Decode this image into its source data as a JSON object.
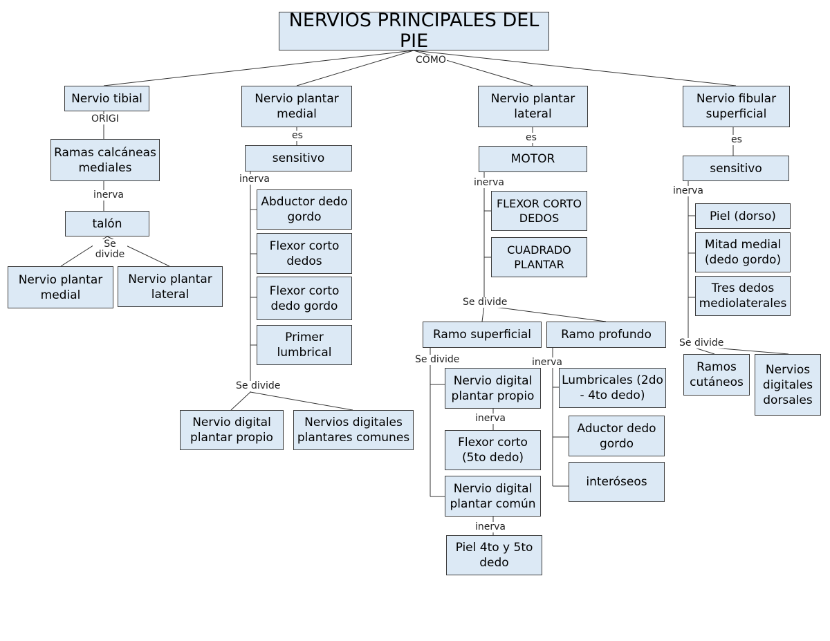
{
  "diagram": {
    "title": "NERVIOS PRINCIPALES DEL PIE",
    "nodes": {
      "tibial": "Nervio tibial",
      "plantar_medial": "Nervio plantar medial",
      "plantar_lateral": "Nervio plantar lateral",
      "fibular": "Nervio fibular superficial",
      "ramas_calcaneas": "Ramas calcáneas mediales",
      "talon": "talón",
      "talon_plantar_medial": "Nervio plantar medial",
      "talon_plantar_lateral": "Nervio plantar lateral",
      "sensitivo_medial": "sensitivo",
      "abductor": "Abductor dedo gordo",
      "flexor_corto_dedos_medial": "Flexor corto dedos",
      "flexor_corto_dedo_gordo": "Flexor corto dedo gordo",
      "primer_lumbrical": "Primer lumbrical",
      "digital_propio_medial": "Nervio digital plantar propio",
      "digitales_comunes": "Nervios digitales plantares comunes",
      "motor": "MOTOR",
      "flexor_corto_dedos_lateral": "FLEXOR CORTO DEDOS",
      "cuadrado_plantar": "CUADRADO PLANTAR",
      "ramo_superficial": "Ramo superficial",
      "ramo_profundo": "Ramo profundo",
      "digital_propio_lateral": "Nervio digital plantar propio",
      "flexor_corto_5": "Flexor corto (5to dedo)",
      "digital_comun": "Nervio digital plantar común",
      "piel_4_5": "Piel 4to y 5to dedo",
      "lumbricales": "Lumbricales (2do - 4to dedo)",
      "aductor": "Aductor dedo gordo",
      "interoseos": "interóseos",
      "sensitivo_fibular": "sensitivo",
      "piel_dorso": "Piel (dorso)",
      "mitad_medial": "Mitad medial (dedo gordo)",
      "tres_dedos": "Tres dedos mediolaterales",
      "ramos_cutaneos": "Ramos cutáneos",
      "digitales_dorsales": "Nervios digitales dorsales"
    },
    "labels": {
      "como": "COMO",
      "origina": "ORIGI",
      "inerva_talon": "inerva",
      "se_divide_talon": "Se divide",
      "es_medial": "es",
      "inerva_medial": "inerva",
      "se_divide_medial": "Se divide",
      "es_lateral": "es",
      "inerva_lateral": "inerva",
      "se_divide_lateral": "Se divide",
      "se_divide_superficial": "Se divide",
      "inerva_profundo": "inerva",
      "inerva_propio": "inerva",
      "inerva_comun": "inerva",
      "es_fibular": "es",
      "inerva_fibular": "inerva",
      "se_divide_fibular": "Se divide"
    }
  }
}
